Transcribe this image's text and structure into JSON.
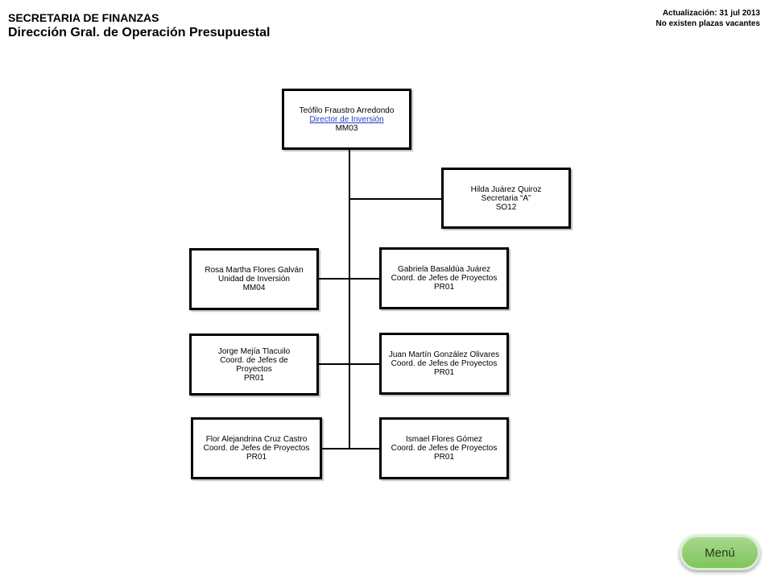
{
  "header": {
    "org": "SECRETARIA DE FINANZAS",
    "department": "Dirección Gral. de Operación Presupuestal",
    "update": "Actualización: 31 jul 2013",
    "vacancies": "No existen plazas  vacantes"
  },
  "director": {
    "name": "Teófilo Fraustro Arredondo",
    "title": "Director de Inversión",
    "code": "MM03"
  },
  "assistant": {
    "name": "Hilda Juárez Quiroz",
    "title": "Secretaria “A”",
    "code": "SO12"
  },
  "staff": [
    {
      "name": "Rosa Martha Flores Galván",
      "title": "Unidad de Inversión",
      "code": "MM04"
    },
    {
      "name": "Gabriela Basaldúa Juárez",
      "title": "Coord. de Jefes de Proyectos",
      "code": "PR01"
    },
    {
      "name": "Jorge Mejía Tlacuilo",
      "title": "Coord. de Jefes de Proyectos",
      "code": "PR01"
    },
    {
      "name": "Juan Martín González Olivares",
      "title": "Coord. de Jefes de Proyectos",
      "code": "PR01"
    },
    {
      "name": "Flor Alejandrina Cruz Castro",
      "title": "Coord. de Jefes de Proyectos",
      "code": "PR01"
    },
    {
      "name": "Ismael Flores Gómez",
      "title": "Coord. de Jefes de Proyectos",
      "code": "PR01"
    }
  ],
  "menu": {
    "label": "Menú"
  }
}
